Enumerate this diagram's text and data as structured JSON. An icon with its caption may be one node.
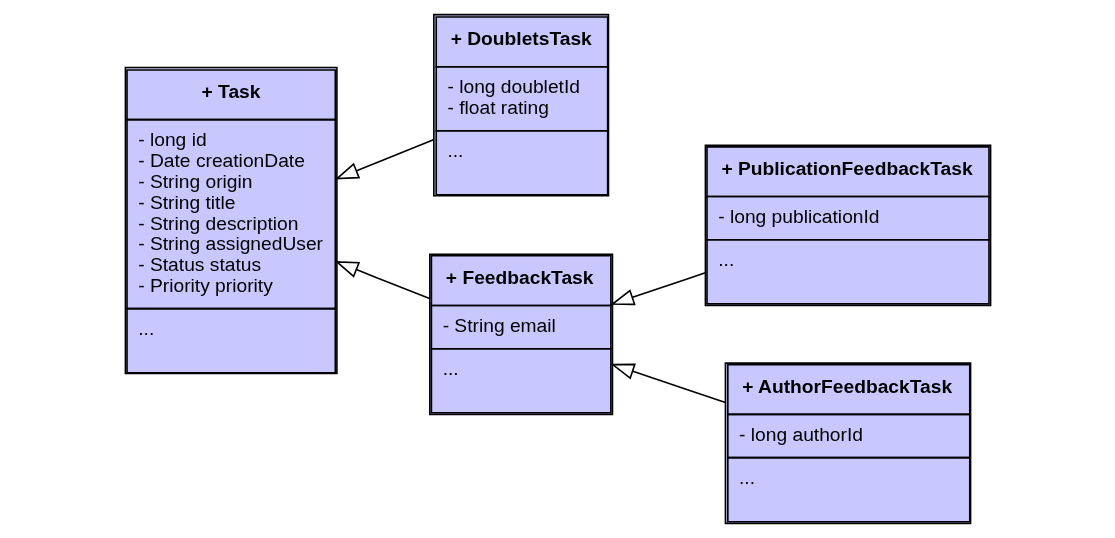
{
  "diagram": {
    "nodes": [
      {
        "text": [
          "+ Task",
          "- long id",
          "- Date creationDate",
          "- String origin",
          "- String title",
          "- String description",
          "- String assignedUser",
          "- Status status",
          "- Priority priority",
          "..."
        ]
      },
      {
        "text": [
          "+ DoubletsTask",
          "- long doubletId",
          "- float rating",
          "..."
        ]
      },
      {
        "text": [
          "+ FeedbackTask",
          "- String email",
          "..."
        ]
      },
      {
        "text": [
          "+ PublicationFeedbackTask",
          "- long publicationId",
          "..."
        ]
      },
      {
        "text": [
          "+ AuthorFeedbackTask",
          "- long authorId",
          "..."
        ]
      }
    ],
    "edges": [
      {
        "from": 1,
        "to": 0,
        "arrow": "to"
      },
      {
        "from": 2,
        "to": 0,
        "arrow": "to"
      },
      {
        "from": 3,
        "to": 2,
        "arrow": "to"
      },
      {
        "from": 4,
        "to": 2,
        "arrow": "to"
      }
    ]
  }
}
